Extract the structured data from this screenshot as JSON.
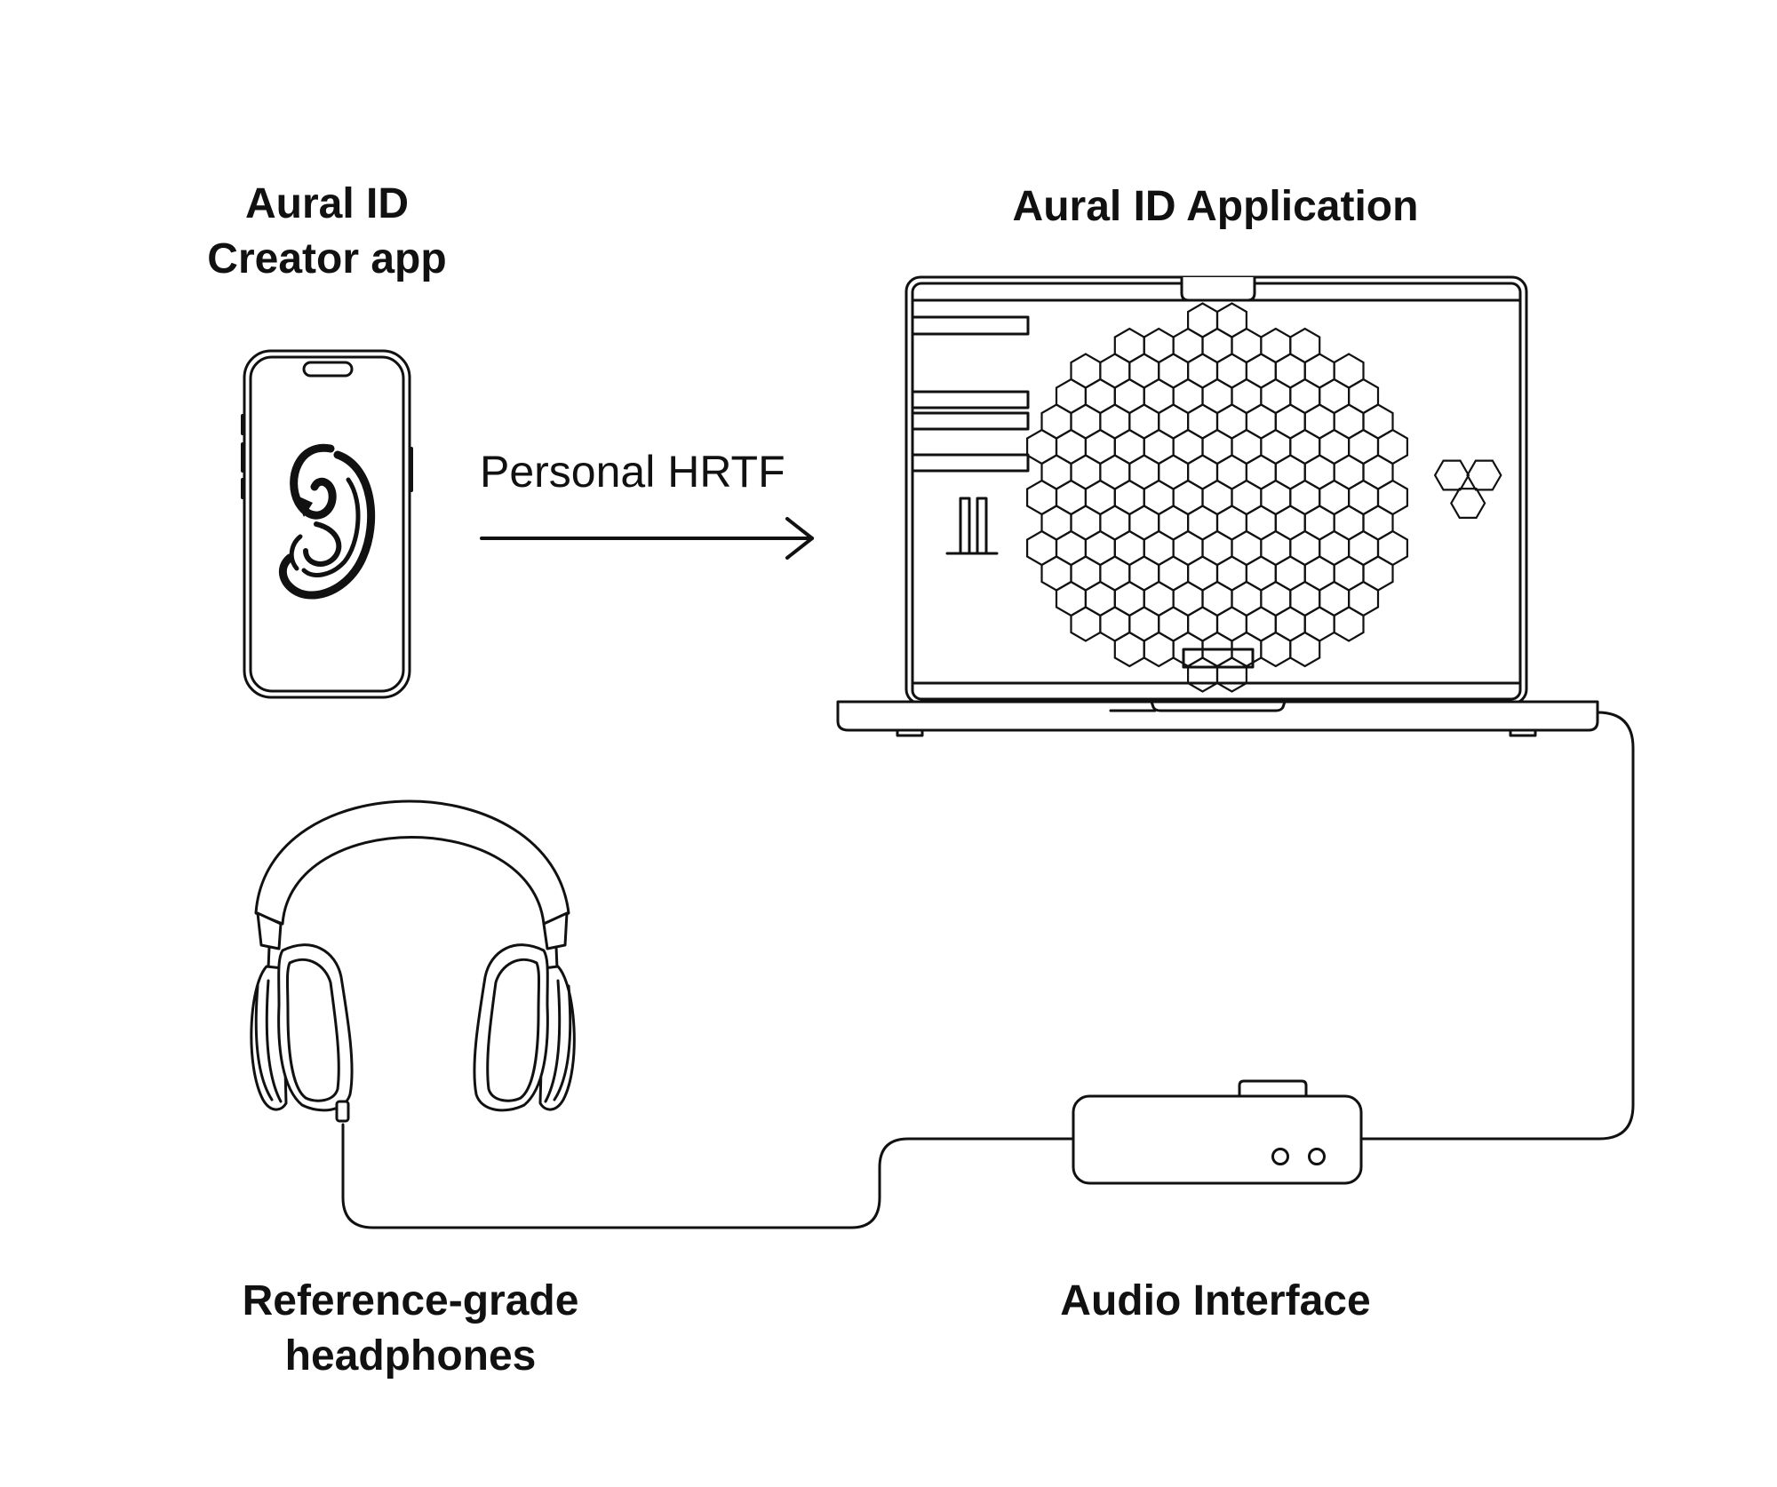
{
  "labels": {
    "creator_app_line1": "Aural ID",
    "creator_app_line2": "Creator app",
    "application": "Aural ID Application",
    "arrow_label": "Personal HRTF",
    "headphones_line1": "Reference-grade",
    "headphones_line2": "headphones",
    "audio_interface": "Audio Interface"
  },
  "nodes": [
    {
      "id": "phone",
      "icon": "smartphone-ear-icon"
    },
    {
      "id": "laptop",
      "icon": "laptop-icon"
    },
    {
      "id": "headphones",
      "icon": "headphones-icon"
    },
    {
      "id": "audio-interface",
      "icon": "audio-interface-icon"
    }
  ],
  "edges": [
    {
      "from": "phone",
      "to": "laptop",
      "label": "Personal HRTF",
      "style": "arrow"
    },
    {
      "from": "laptop",
      "to": "audio-interface",
      "style": "cable"
    },
    {
      "from": "audio-interface",
      "to": "headphones",
      "style": "cable"
    }
  ],
  "colors": {
    "line": "#111111",
    "background": "#ffffff"
  }
}
